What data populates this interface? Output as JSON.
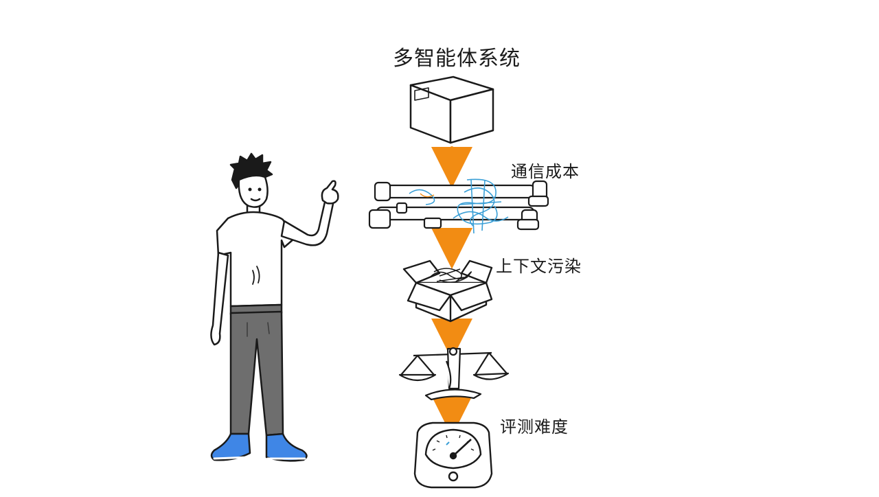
{
  "diagram": {
    "title": "多智能体系统",
    "stages": [
      {
        "label": "通信成本",
        "icon": "tangled-pipes-icon"
      },
      {
        "label": "上下文污染",
        "icon": "messy-open-box-icon"
      },
      {
        "label": "",
        "icon": "balance-scale-icon"
      },
      {
        "label": "评测难度",
        "icon": "gauge-meter-icon"
      }
    ],
    "colors": {
      "arrow": "#f28c13",
      "tangle": "#3a9fd6",
      "shoes": "#3f86e6",
      "pants": "#6e6e6e",
      "ink": "#1a1a1a"
    }
  }
}
